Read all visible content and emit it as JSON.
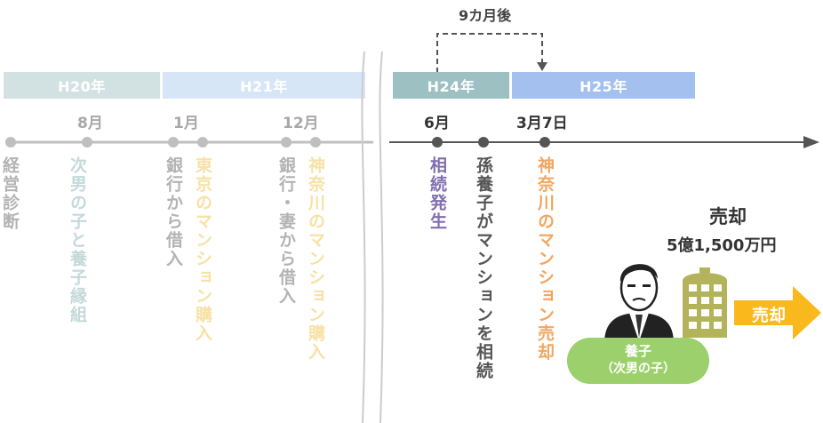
{
  "gap_label": "9カ月後",
  "bands": [
    {
      "label": "H20年",
      "color": "#d2e2e2"
    },
    {
      "label": "H21年",
      "color": "#d7e6f7"
    },
    {
      "label": "H24年",
      "color": "#9dc1c3"
    },
    {
      "label": "H25年",
      "color": "#a3c0ef"
    }
  ],
  "months": {
    "m1": "8月",
    "m2": "1月",
    "m3": "12月",
    "m4": "6月",
    "m5": "3月7日"
  },
  "events": [
    {
      "text": "経営診断",
      "color": "#b3b3b3"
    },
    {
      "text": "次男の子と養子縁組",
      "color": "#c5d9da"
    },
    {
      "text": "銀行から借入",
      "color": "#b3b3b3"
    },
    {
      "text": "東京のマンション購入",
      "color": "#f7e1a6"
    },
    {
      "text": "銀行・妻から借入",
      "color": "#b3b3b3"
    },
    {
      "text": "神奈川のマンション購入",
      "color": "#f7e1a6"
    },
    {
      "text": "相続発生",
      "color": "#7f6fb0"
    },
    {
      "text": "孫養子がマンションを相続",
      "color": "#555555"
    },
    {
      "text": "神奈川のマンション売却",
      "color": "#f2a660"
    }
  ],
  "sale": {
    "title": "売却",
    "amount": "5億1,500万円",
    "arrow_label": "売却"
  },
  "person": {
    "line1": "養子",
    "line2": "（次男の子）"
  },
  "colors": {
    "axis_left": "#bfbfbf",
    "axis_right": "#555555",
    "arrow": "#f9b81b",
    "badge": "#9bd06c",
    "building": "#b2b35a"
  }
}
